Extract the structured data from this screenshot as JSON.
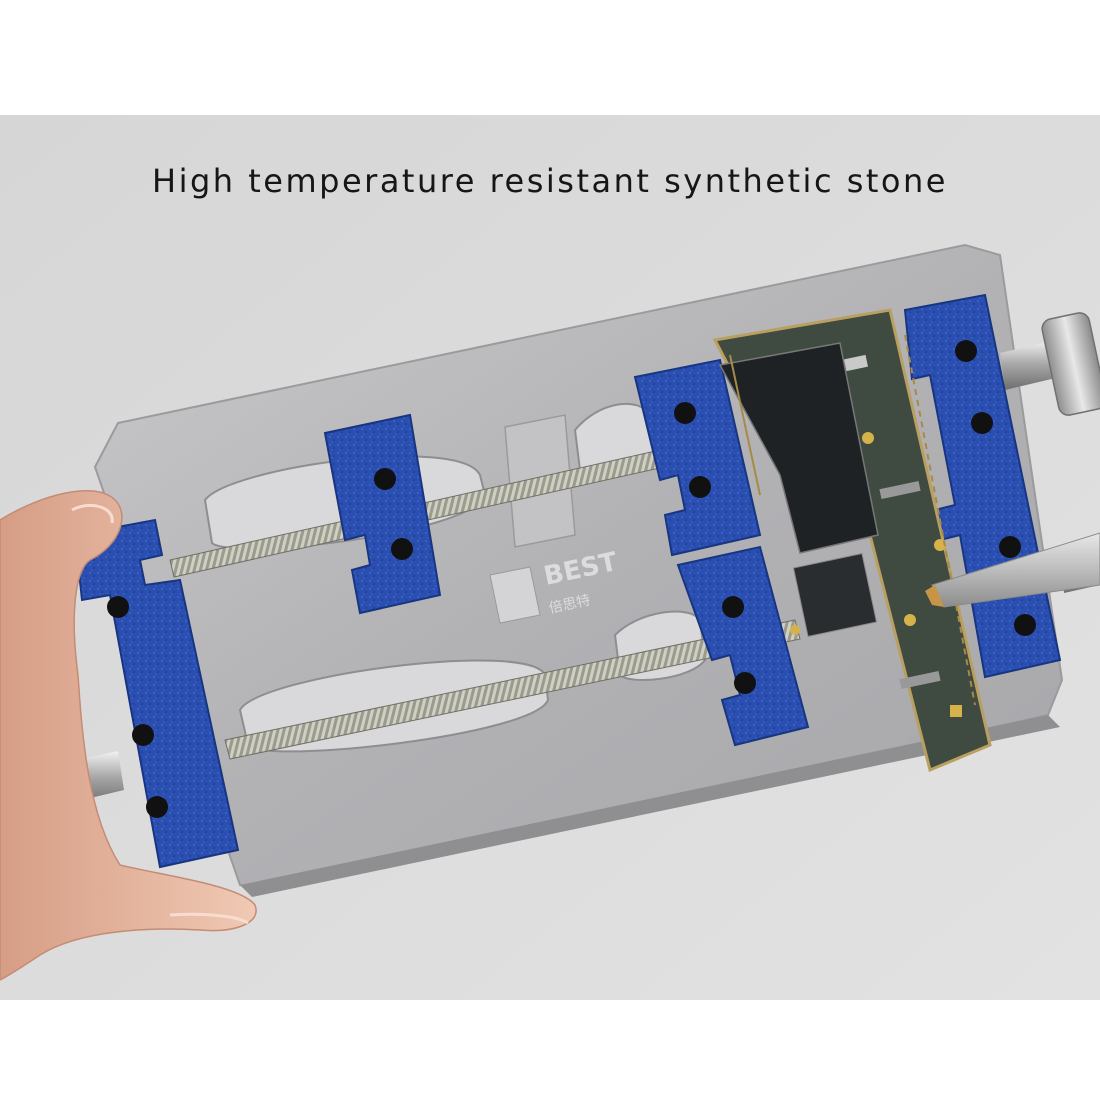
{
  "caption": "High temperature resistant synthetic stone",
  "brand": {
    "logo_text": "BEST",
    "logo_subtext": "倍思特"
  },
  "colors": {
    "background_white": "#ffffff",
    "backdrop_gray": "#dcdcdc",
    "fixture_silver": "#b7b7b9",
    "clamp_blue": "#2a4fb0",
    "pcb_green": "#3a4a3e",
    "skin": "#e6b8a0"
  }
}
